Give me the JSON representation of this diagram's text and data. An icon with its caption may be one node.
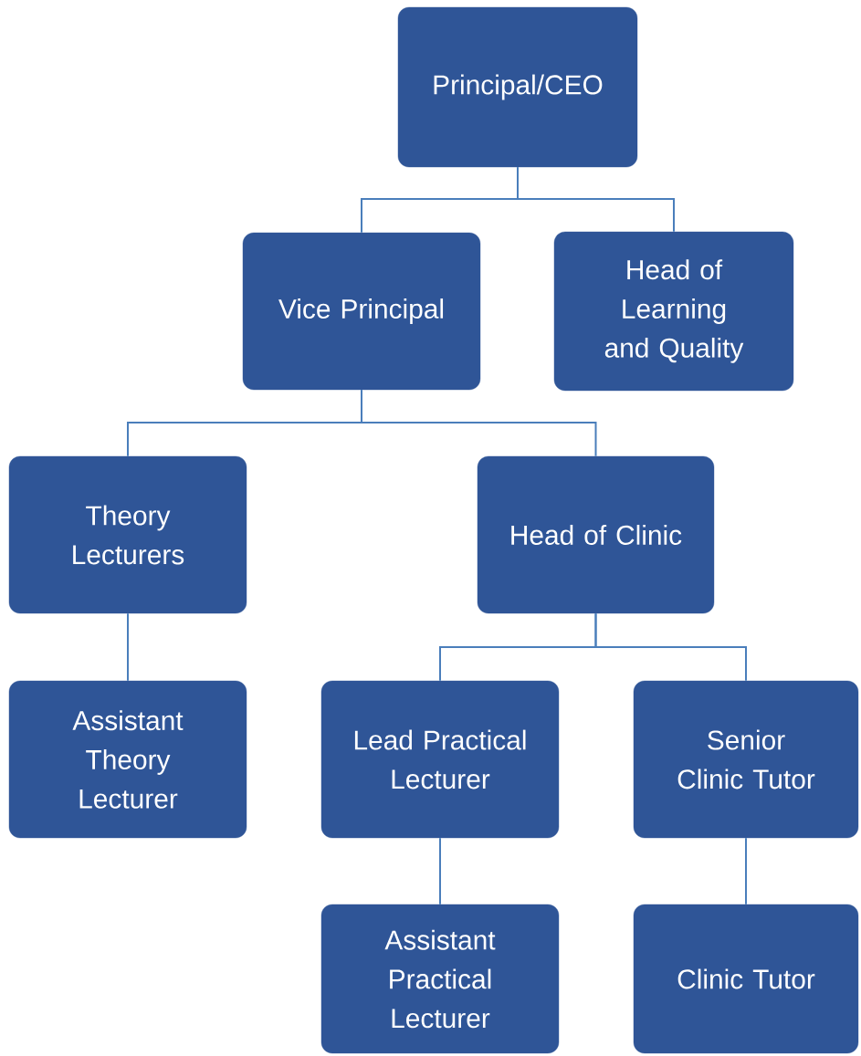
{
  "diagram": {
    "nodes": [
      {
        "text": [
          "Principal/CEO"
        ]
      },
      {
        "text": [
          "Vice Principal"
        ]
      },
      {
        "text": [
          "Head of Learning and Quality"
        ]
      },
      {
        "text": [
          "Theory Lecturers"
        ]
      },
      {
        "text": [
          "Head of Clinic"
        ]
      },
      {
        "text": [
          "Assistant Theory Lecturer"
        ]
      },
      {
        "text": [
          "Lead Practical Lecturer"
        ]
      },
      {
        "text": [
          "Senior Clinic Tutor"
        ]
      },
      {
        "text": [
          "Assistant Practical Lecturer"
        ]
      },
      {
        "text": [
          "Clinic Tutor"
        ]
      }
    ],
    "edges": [
      {
        "from": 0,
        "to": 1,
        "arrow": "none"
      },
      {
        "from": 0,
        "to": 2,
        "arrow": "none"
      },
      {
        "from": 1,
        "to": 3,
        "arrow": "none"
      },
      {
        "from": 1,
        "to": 4,
        "arrow": "none"
      },
      {
        "from": 3,
        "to": 5,
        "arrow": "none"
      },
      {
        "from": 4,
        "to": 6,
        "arrow": "none"
      },
      {
        "from": 4,
        "to": 7,
        "arrow": "none"
      },
      {
        "from": 6,
        "to": 8,
        "arrow": "none"
      },
      {
        "from": 7,
        "to": 9,
        "arrow": "none"
      }
    ]
  }
}
